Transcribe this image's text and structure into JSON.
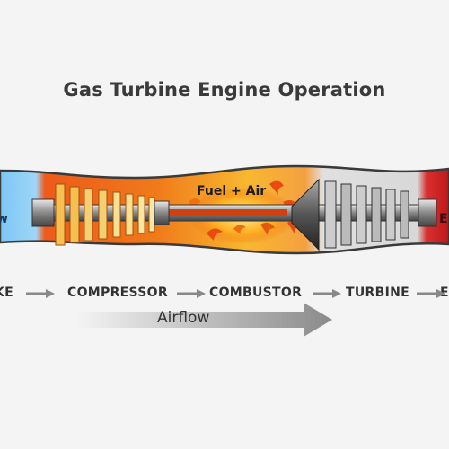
{
  "title": "Gas Turbine Engine Operation",
  "engine": {
    "fuel_label": "Fuel + Air",
    "intake_label": "w",
    "exhaust_label": "E"
  },
  "stages": [
    "KE",
    "COMPRESSOR",
    "COMBUSTOR",
    "TURBINE",
    "E"
  ],
  "airflow": {
    "label": "Airflow"
  },
  "colors": {
    "intake": "#4aa8e8",
    "compressor": "#f07a1a",
    "combustor": "#f5a020",
    "turbine": "#4a4a4a",
    "exhaust": "#d92828",
    "arrow": "#8a8a8a"
  }
}
